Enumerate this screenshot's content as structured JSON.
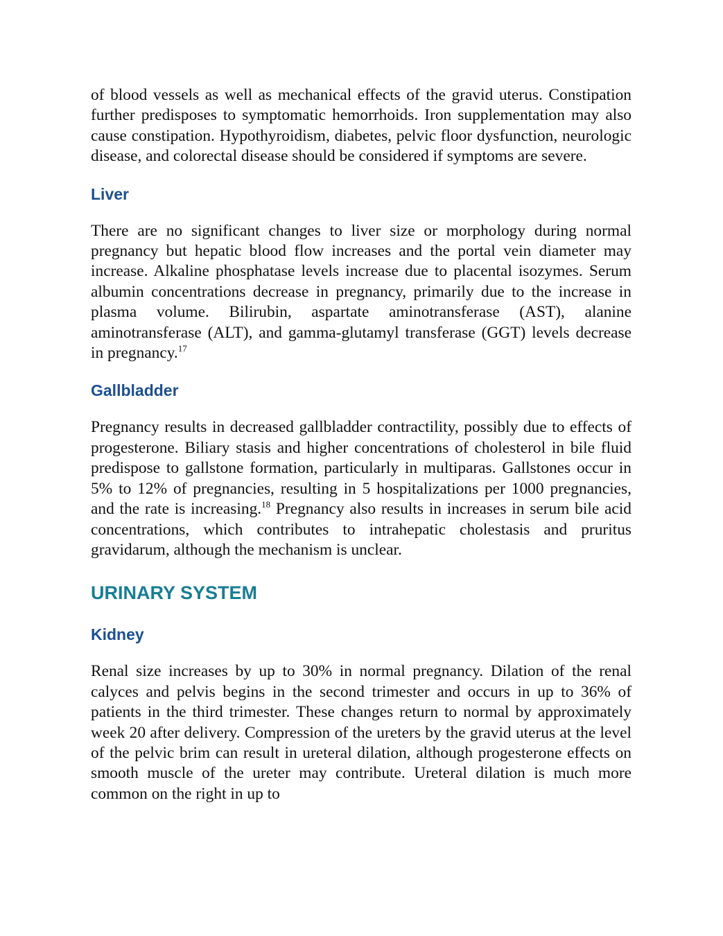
{
  "blocks": {
    "constipation": {
      "text": "of blood vessels as well as mechanical effects of the gravid uterus. Constipation further predisposes to symptomatic hemorrhoids. Iron supplementation may also cause constipation. Hypothyroidism, diabetes, pelvic floor dysfunction, neurologic disease, and colorectal disease should be considered if symptoms are severe."
    },
    "liver": {
      "heading": "Liver",
      "text": "There are no significant changes to liver size or morphology during normal pregnancy but hepatic blood flow increases and the portal vein diameter may increase. Alkaline phosphatase levels increase due to placental isozymes. Serum albumin concentrations decrease in pregnancy, primarily due to the increase in plasma volume. Bilirubin, aspartate aminotransferase (AST), alanine aminotransferase (ALT), and gamma-glutamyl transferase (GGT) levels decrease in pregnancy.",
      "ref": "17"
    },
    "gallbladder": {
      "heading": "Gallbladder",
      "text_before": "Pregnancy results in decreased gallbladder contractility, possibly due to effects of progesterone. Biliary stasis and higher concentrations of cholesterol in bile fluid predispose to gallstone formation, particularly in multiparas. Gallstones occur in 5% to 12% of pregnancies, resulting in 5 hospitalizations per 1000 pregnancies, and the rate is increasing.",
      "ref": "18",
      "text_after": " Pregnancy also results in increases in serum bile acid concentrations, which contributes to intrahepatic cholestasis and pruritus gravidarum, although the mechanism is unclear."
    },
    "urinary": {
      "heading": "URINARY SYSTEM"
    },
    "kidney": {
      "heading": "Kidney",
      "text": "Renal size increases by up to 30% in normal pregnancy. Dilation of the renal calyces and pelvis begins in the second trimester and occurs in up to 36% of patients in the third trimester. These changes return to normal by approximately week 20 after delivery. Compression of the ureters by the gravid uterus at the level of the pelvic brim can result in ureteral dilation, although progesterone effects on smooth muscle of the ureter may contribute. Ureteral dilation is much more common on the right in up to"
    }
  }
}
